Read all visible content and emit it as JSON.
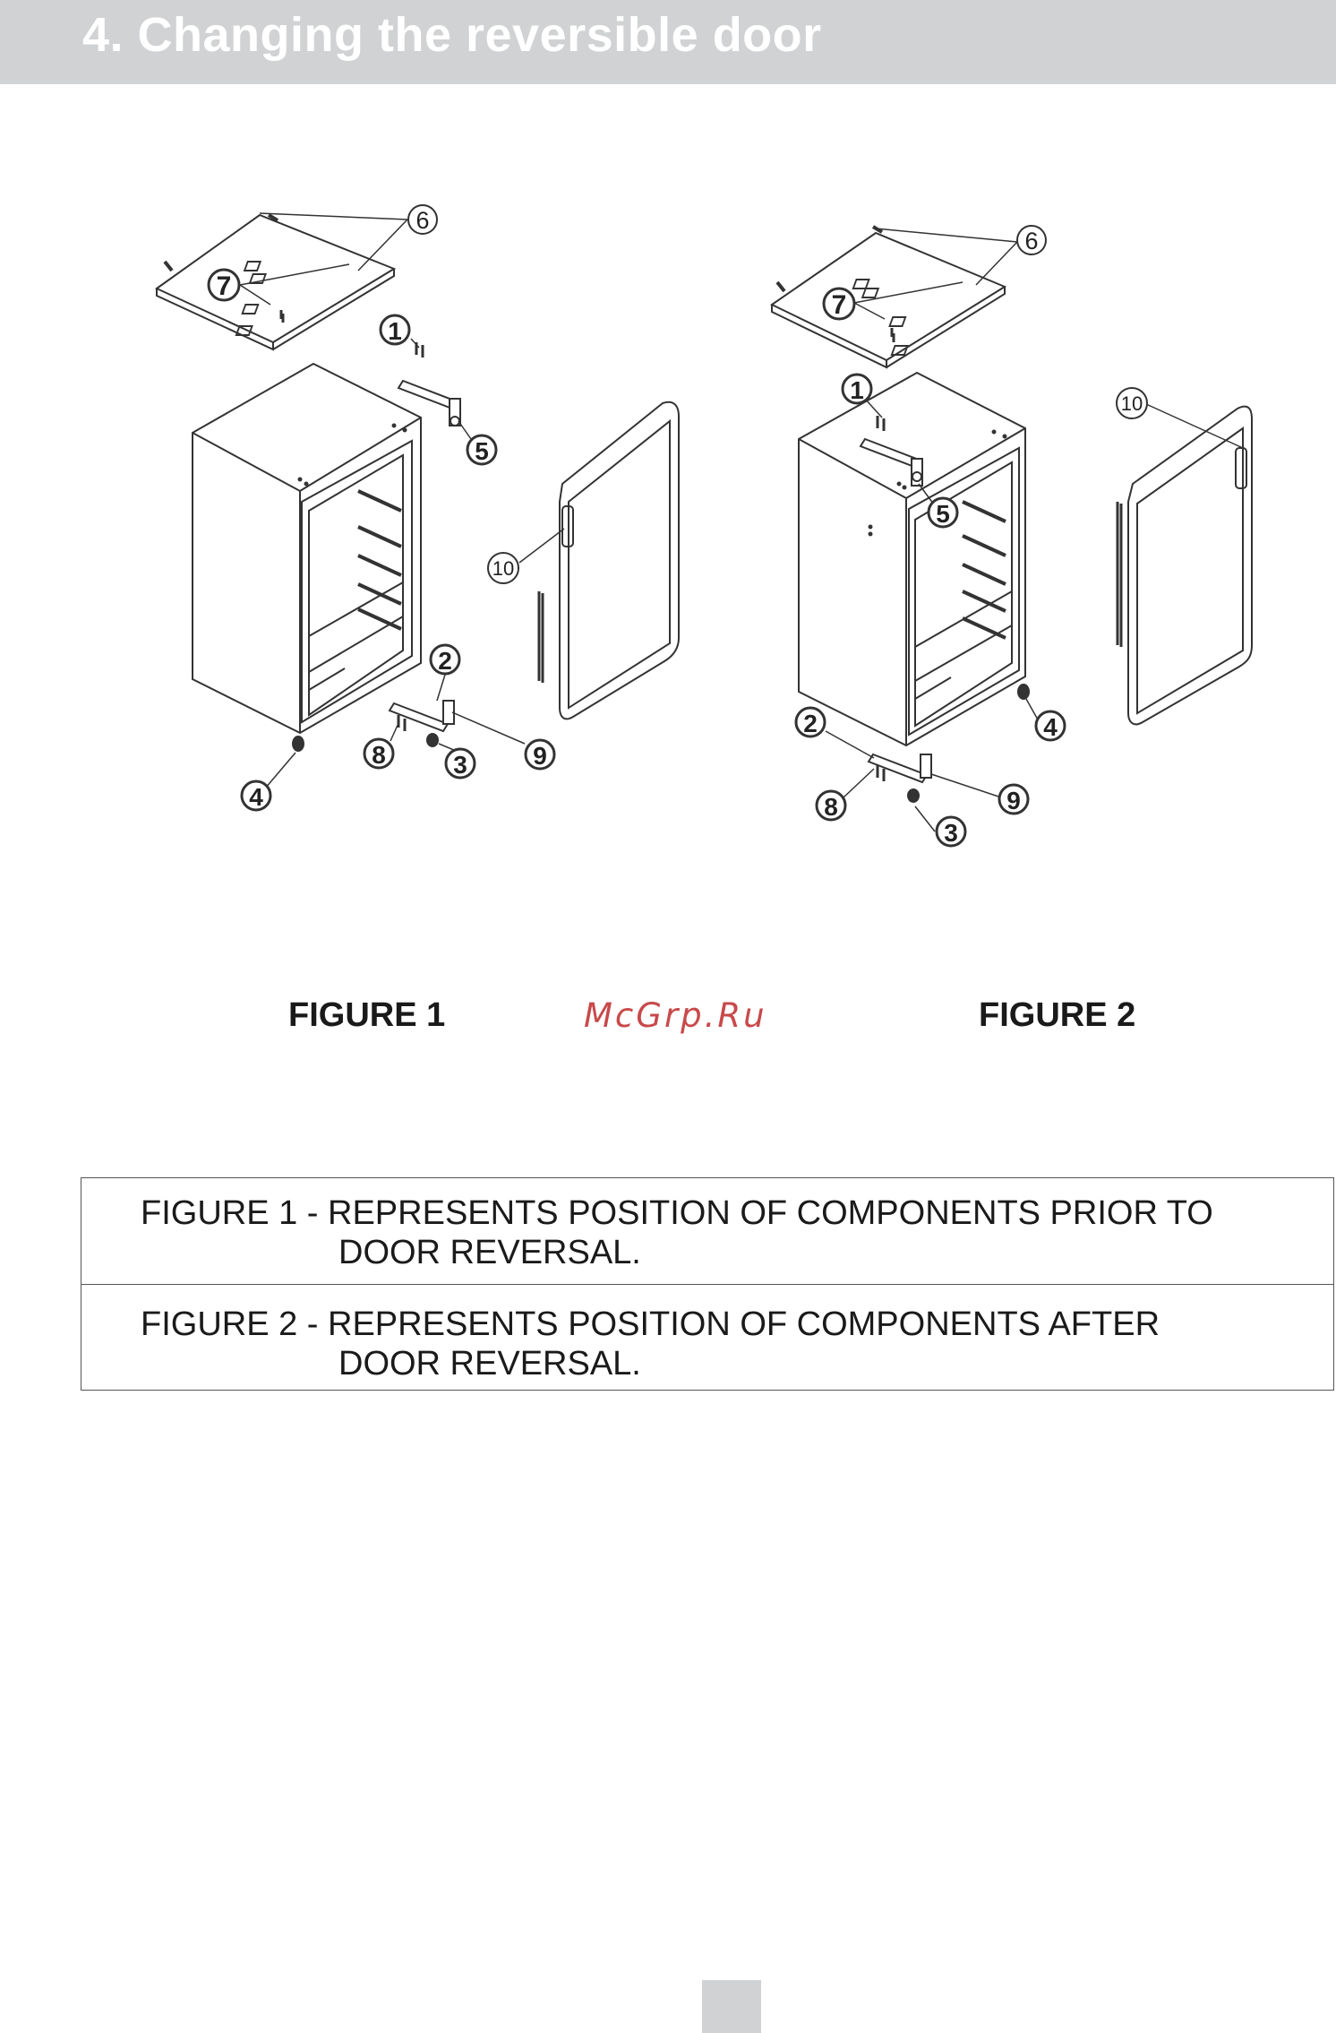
{
  "header": {
    "title": "4. Changing the reversible door"
  },
  "figures": {
    "figure1": {
      "caption": "FIGURE 1",
      "callouts": {
        "c1": "1",
        "c2": "2",
        "c3": "3",
        "c4": "4",
        "c5": "5",
        "c6": "6",
        "c7": "7",
        "c8": "8",
        "c9": "9",
        "c10": "10"
      }
    },
    "figure2": {
      "caption": "FIGURE 2",
      "callouts": {
        "c1": "1",
        "c2": "2",
        "c3": "3",
        "c4": "4",
        "c5": "5",
        "c6": "6",
        "c7": "7",
        "c8": "8",
        "c9": "9",
        "c10": "10"
      }
    }
  },
  "watermark": "McGrp.Ru",
  "notes": {
    "row1": {
      "line1": "FIGURE 1 - REPRESENTS POSITION OF COMPONENTS PRIOR TO",
      "line2": "DOOR REVERSAL."
    },
    "row2": {
      "line1": "FIGURE 2 - REPRESENTS POSITION OF COMPONENTS AFTER",
      "line2": "DOOR REVERSAL."
    }
  }
}
